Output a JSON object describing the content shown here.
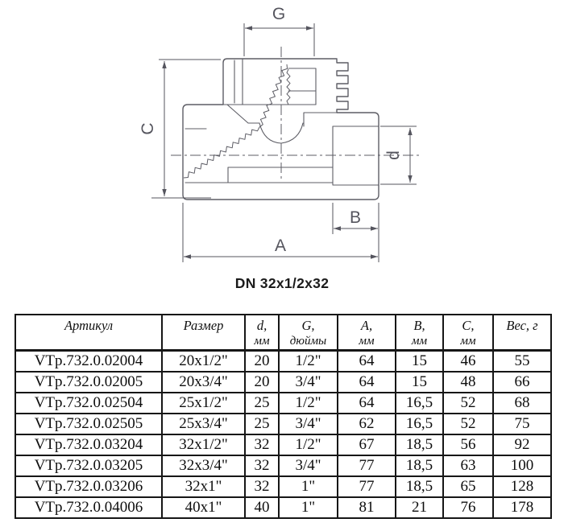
{
  "drawing": {
    "caption": "DN 32x1/2x32",
    "labels": {
      "g": "G",
      "c": "C",
      "d": "d",
      "b": "B",
      "a": "A"
    },
    "line_color": "#5d5d65",
    "label_color": "#55555e"
  },
  "table": {
    "border_color": "#161616",
    "headers": [
      {
        "line1": "Артикул",
        "line2": ""
      },
      {
        "line1": "Размер",
        "line2": ""
      },
      {
        "line1": "d,",
        "line2": "мм"
      },
      {
        "line1": "G,",
        "line2": "дюймы"
      },
      {
        "line1": "A,",
        "line2": "мм"
      },
      {
        "line1": "B,",
        "line2": "мм"
      },
      {
        "line1": "C,",
        "line2": "мм"
      },
      {
        "line1": "Вес, г",
        "line2": ""
      }
    ],
    "rows": [
      [
        "VTp.732.0.02004",
        "20x1/2\"",
        "20",
        "1/2\"",
        "64",
        "15",
        "46",
        "55"
      ],
      [
        "VTp.732.0.02005",
        "20x3/4\"",
        "20",
        "3/4\"",
        "64",
        "15",
        "48",
        "66"
      ],
      [
        "VTp.732.0.02504",
        "25x1/2\"",
        "25",
        "1/2\"",
        "64",
        "16,5",
        "52",
        "68"
      ],
      [
        "VTp.732.0.02505",
        "25x3/4\"",
        "25",
        "3/4\"",
        "62",
        "16,5",
        "52",
        "75"
      ],
      [
        "VTp.732.0.03204",
        "32x1/2\"",
        "32",
        "1/2\"",
        "67",
        "18,5",
        "56",
        "92"
      ],
      [
        "VTp.732.0.03205",
        "32x3/4\"",
        "32",
        "3/4\"",
        "77",
        "18,5",
        "63",
        "100"
      ],
      [
        "VTp.732.0.03206",
        "32x1\"",
        "32",
        "1\"",
        "77",
        "18,5",
        "65",
        "128"
      ],
      [
        "VTp.732.0.04006",
        "40x1\"",
        "40",
        "1\"",
        "81",
        "21",
        "76",
        "178"
      ]
    ]
  }
}
